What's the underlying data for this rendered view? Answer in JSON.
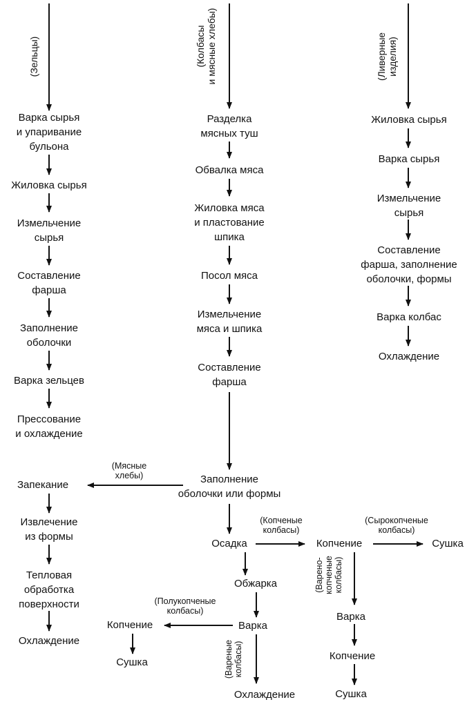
{
  "flowchart": {
    "zeltsy": {
      "header": "(Зельцы)",
      "steps": [
        "Варка сырья\nи упаривание\nбульона",
        "Жиловка сырья",
        "Измельчение\nсырья",
        "Составление\nфарша",
        "Заполнение\nоболочки",
        "Варка зельцев",
        "Прессование\nи охлаждение"
      ]
    },
    "kolbasy": {
      "header": "(Колбасы\nи мясные хлебы)",
      "steps": [
        "Разделка\nмясных туш",
        "Обвалка мяса",
        "Жиловка мяса\nи пластование\nшпика",
        "Посол мяса",
        "Измельчение\nмяса и шпика",
        "Составление\nфарша",
        "Заполнение\nоболочки или формы"
      ]
    },
    "livernye": {
      "header": "(Ливерные\nизделия)",
      "steps": [
        "Жиловка сырья",
        "Варка сырья",
        "Измельчение\nсырья",
        "Составление\nфарша, заполнение\nоболочки, формы",
        "Варка колбас",
        "Охлаждение"
      ]
    },
    "myasnye_khleby": {
      "label": "(Мясные\nхлебы)",
      "steps": [
        "Запекание",
        "Извлечение\nиз формы",
        "Тепловая\nобработка\nповерхности",
        "Охлаждение"
      ]
    },
    "branches": {
      "osadka": "Осадка",
      "kopchenye_label": "(Копченые\nколбасы)",
      "koptchenie_main": "Копчение",
      "syrokopchenye_label": "(Сырокопченые\nколбасы)",
      "sushka_main": "Сушка",
      "obzharka": "Обжарка",
      "varka_center": "Варка",
      "polukopchenye_label": "(Полукопченые\nколбасы)",
      "koptchenie_left": "Копчение",
      "sushka_left": "Сушка",
      "varenye_label": "(Вареные\nколбасы)",
      "okhlazhdenie_center": "Охлаждение",
      "varenokopchenye_label": "(Варено-\nкопченые\nколбасы)",
      "varka_right": "Варка",
      "koptchenie_right": "Копчение",
      "sushka_right": "Сушка"
    }
  }
}
